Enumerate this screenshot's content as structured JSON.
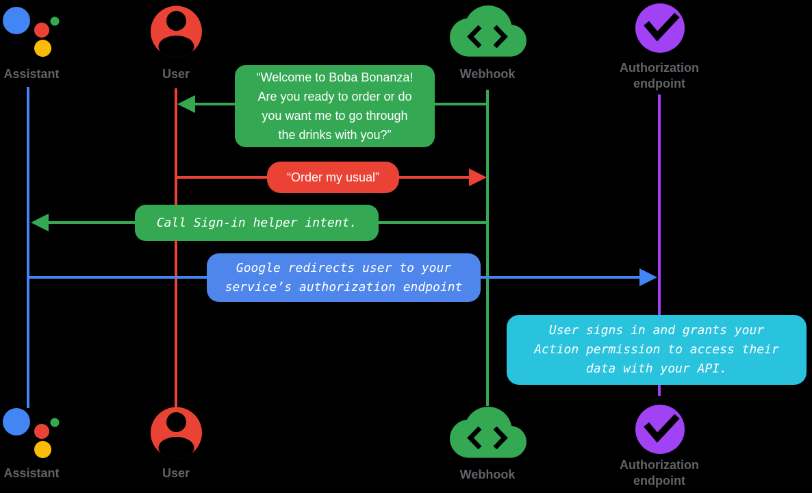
{
  "diagram_type": "sequence-diagram",
  "actors": {
    "assistant": {
      "label": "Assistant",
      "icon": "google-assistant-logo-icon",
      "lifeline_color": "#4285F4"
    },
    "user": {
      "label": "User",
      "icon": "person-icon",
      "lifeline_color": "#EA4335"
    },
    "webhook": {
      "label": "Webhook",
      "icon": "cloud-code-icon",
      "lifeline_color": "#34A853"
    },
    "authorization": {
      "label_line1": "Authorization",
      "label_line2": "endpoint",
      "icon": "check-circle-icon",
      "lifeline_color": "#A142F4"
    }
  },
  "messages": {
    "welcome": {
      "from": "webhook",
      "to": "user",
      "color": "#34A853",
      "lines": [
        "“Welcome to Boba Bonanza!",
        "Are you ready to order or do",
        "you want me to go through",
        "the drinks with you?”"
      ]
    },
    "order": {
      "from": "user",
      "to": "webhook",
      "color": "#EA4335",
      "text": "“Order my usual”"
    },
    "signin": {
      "from": "webhook",
      "to": "assistant",
      "color": "#34A853",
      "text": "Call Sign-in helper intent."
    },
    "redirect": {
      "from": "assistant",
      "to": "authorization",
      "color": "#4E86EC",
      "lines": [
        "Google redirects user to your",
        "service’s authorization endpoint"
      ]
    },
    "grant": {
      "note_on": "authorization",
      "color": "#29C3DE",
      "lines": [
        "User signs in and grants your",
        "Action permission to access their",
        "data with your API."
      ]
    }
  },
  "colors": {
    "google_blue": "#4285F4",
    "google_red": "#EA4335",
    "google_green": "#34A853",
    "google_yellow": "#FBBC05",
    "purple": "#A142F4",
    "cyan": "#29C3DE",
    "box_blue": "#4E86EC",
    "label_gray": "#5F6368",
    "text_white": "#FFFFFF",
    "background": "#000000"
  }
}
